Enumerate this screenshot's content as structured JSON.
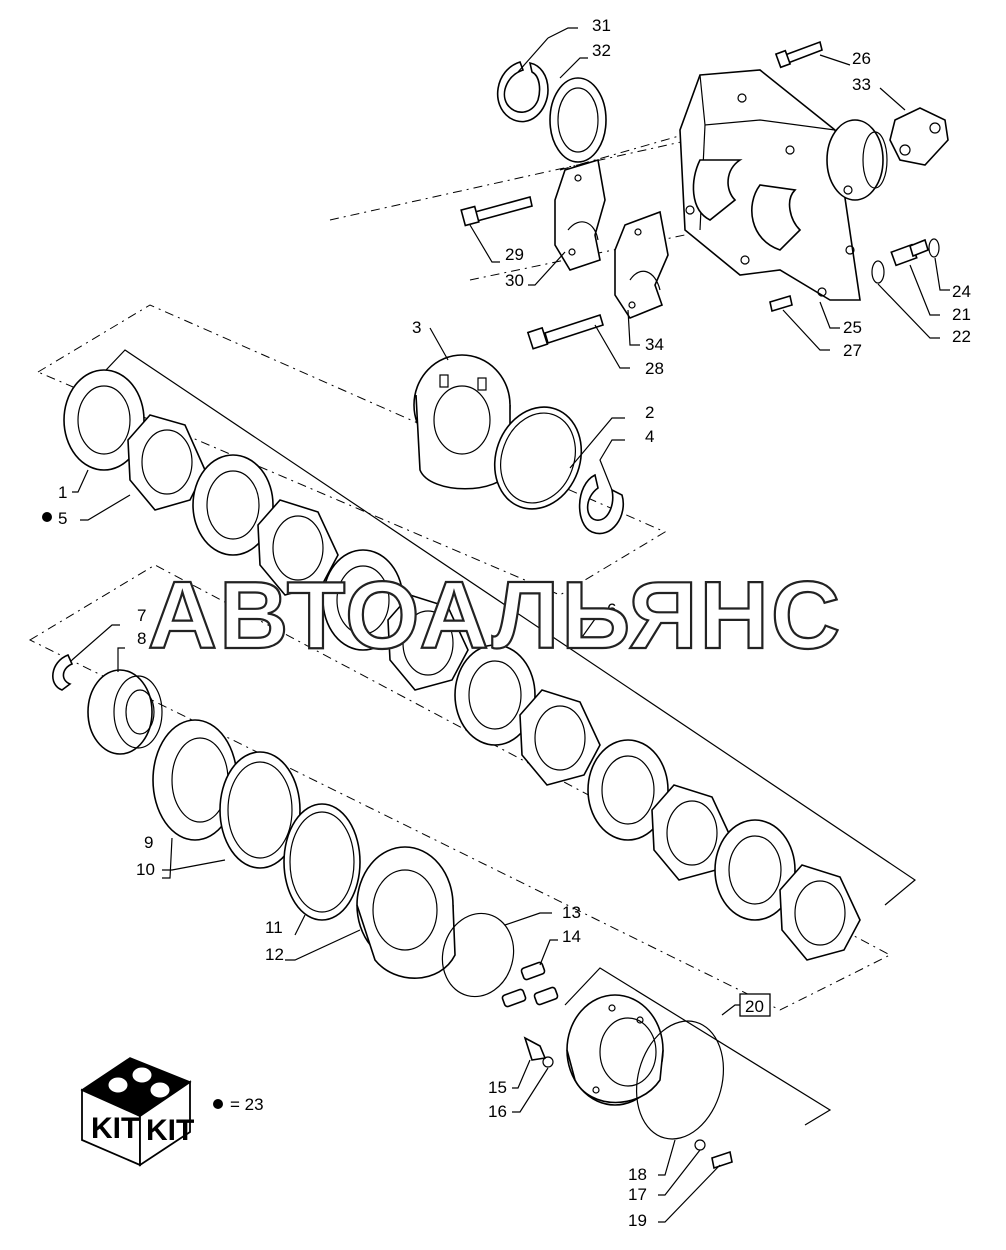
{
  "watermark": "АВТОАЛЬЯНС",
  "kit": {
    "label_left": "KIT",
    "label_right": "KIT",
    "legend": "= 23"
  },
  "callouts": {
    "c1": "1",
    "c2": "2",
    "c3": "3",
    "c4": "4",
    "c5": "5",
    "c6": "6",
    "c7": "7",
    "c8": "8",
    "c9": "9",
    "c10": "10",
    "c11": "11",
    "c12": "12",
    "c13": "13",
    "c14": "14",
    "c15": "15",
    "c16": "16",
    "c17": "17",
    "c18": "18",
    "c19": "19",
    "c20": "20",
    "c21": "21",
    "c22": "22",
    "c24": "24",
    "c25": "25",
    "c26": "26",
    "c27": "27",
    "c28": "28",
    "c29": "29",
    "c30": "30",
    "c31": "31",
    "c32": "32",
    "c33": "33",
    "c34": "34"
  }
}
